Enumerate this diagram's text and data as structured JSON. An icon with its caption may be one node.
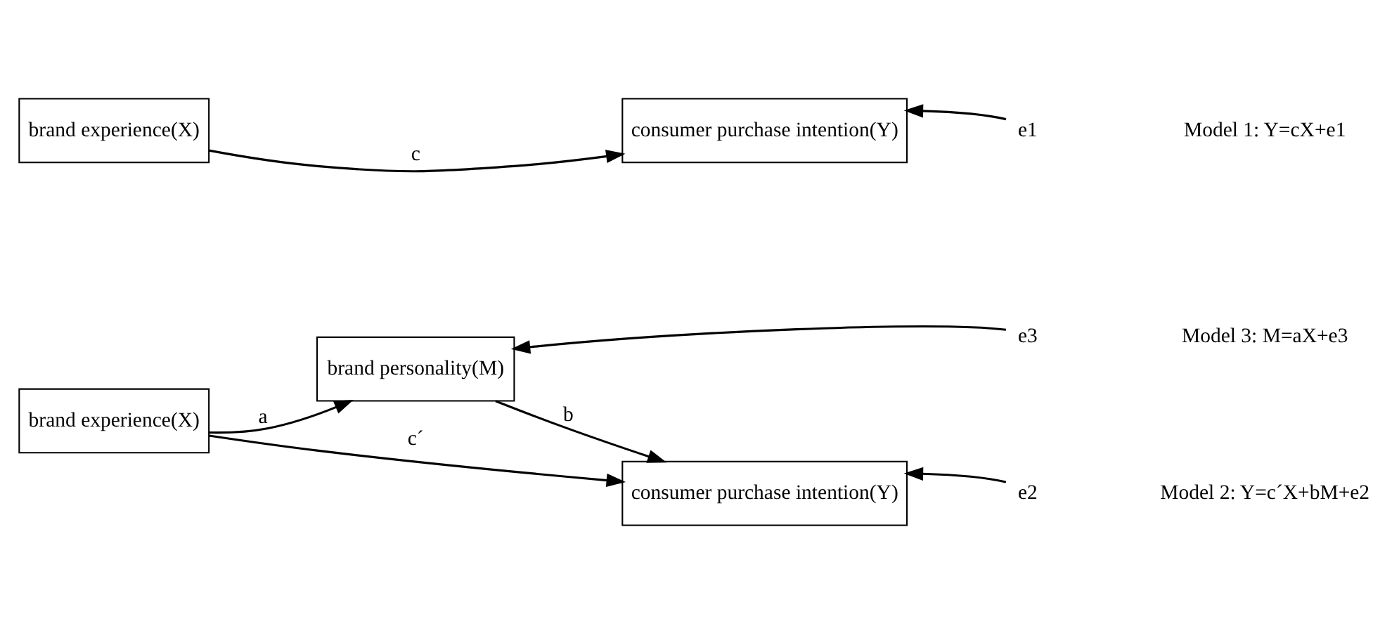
{
  "diagram": {
    "nodes": [
      {
        "text": [
          "brand experience(X)"
        ]
      },
      {
        "text": [
          "consumer purchase intention(Y)"
        ]
      },
      {
        "text": [
          "e1"
        ]
      },
      {
        "text": [
          "brand personality(M)"
        ]
      },
      {
        "text": [
          "e3"
        ]
      },
      {
        "text": [
          "brand experience(X)"
        ]
      },
      {
        "text": [
          "consumer purchase intention(Y)"
        ]
      },
      {
        "text": [
          "e2"
        ]
      }
    ],
    "edges": [
      {
        "from": 0,
        "to": 1,
        "arrow": "to",
        "label": "c"
      },
      {
        "from": 2,
        "to": 1,
        "arrow": "to"
      },
      {
        "from": 5,
        "to": 3,
        "arrow": "to",
        "label": "a"
      },
      {
        "from": 3,
        "to": 6,
        "arrow": "to",
        "label": "b"
      },
      {
        "from": 4,
        "to": 3,
        "arrow": "to"
      },
      {
        "from": 5,
        "to": 6,
        "arrow": "to",
        "label": "c´"
      },
      {
        "from": 7,
        "to": 6,
        "arrow": "to"
      }
    ],
    "labels": [
      "Model 1: Y=cX+e1",
      "Model 3: M=aX+e3",
      "Model 2: Y=c´X+bM+e2"
    ]
  }
}
